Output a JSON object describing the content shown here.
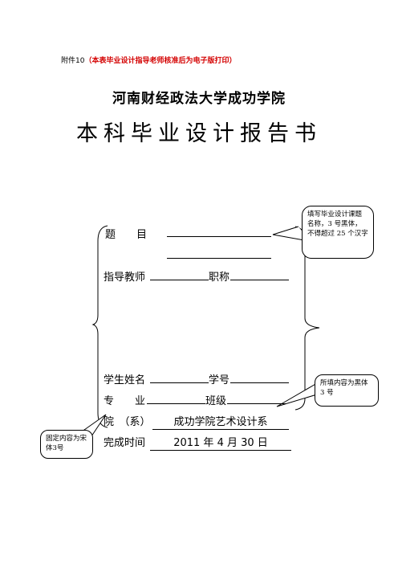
{
  "header": {
    "attachment_prefix": "附件10",
    "attachment_note": "（本表毕业设计指导老师核准后为电子版打印）"
  },
  "university": "河南财经政法大学成功学院",
  "document_title": "本科毕业设计报告书",
  "form": {
    "topic_label": "题　　目",
    "advisor_label": "指导教师",
    "title_label": "职称",
    "student_label": "学生姓名",
    "student_id_label": "学号",
    "major_label": "专　　业",
    "class_label": "班级",
    "department_label": "院　（系）",
    "department_value": "成功学院艺术设计系",
    "completion_label": "完成时间",
    "completion_value": "2011 年 4 月 30 日"
  },
  "callouts": {
    "topic_note": "填写毕业设计课题名称，3 号黑体，不得超过 25 个汉字",
    "fill_note": "所填内容为黑体 3 号",
    "fixed_note": "固定内容为宋体3号"
  }
}
